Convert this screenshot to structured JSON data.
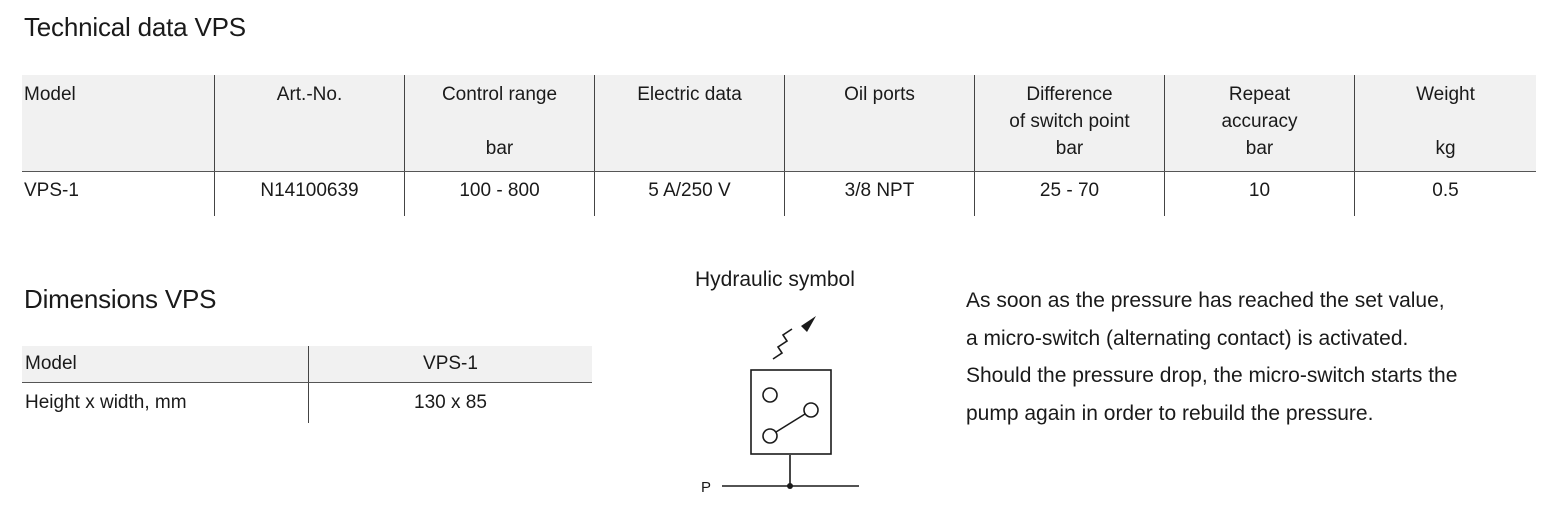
{
  "technical": {
    "title": "Technical data VPS",
    "headers": [
      {
        "lines": [
          "Model"
        ],
        "unit": ""
      },
      {
        "lines": [
          "Art.-No."
        ],
        "unit": ""
      },
      {
        "lines": [
          "Control range"
        ],
        "unit": "bar"
      },
      {
        "lines": [
          "Electric data"
        ],
        "unit": ""
      },
      {
        "lines": [
          "Oil ports"
        ],
        "unit": ""
      },
      {
        "lines": [
          "Difference",
          "of switch point"
        ],
        "unit": "bar"
      },
      {
        "lines": [
          "Repeat",
          "accuracy"
        ],
        "unit": "bar"
      },
      {
        "lines": [
          "Weight"
        ],
        "unit": "kg"
      }
    ],
    "row": [
      "VPS-1",
      "N14100639",
      "100 - 800",
      "5 A/250 V",
      "3/8 NPT",
      "25 - 70",
      "10",
      "0.5"
    ]
  },
  "dimensions": {
    "title": "Dimensions VPS",
    "headers": [
      "Model",
      "VPS-1"
    ],
    "row": [
      "Height x width, mm",
      "130 x 85"
    ]
  },
  "symbol": {
    "title": "Hydraulic symbol",
    "port_label": "P"
  },
  "description": [
    "As soon as the pressure has reached the set value,",
    "a micro-switch (alternating contact) is activated.",
    "Should the pressure drop, the micro-switch starts the",
    "pump again in order to rebuild the pressure."
  ]
}
